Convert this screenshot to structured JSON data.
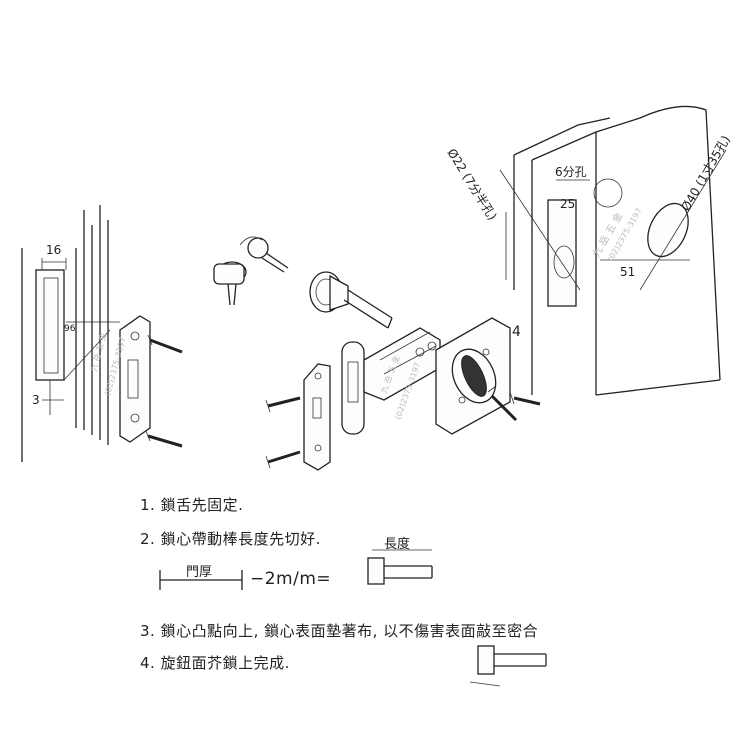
{
  "dimensions": {
    "strike_width": "16",
    "strike_height": "96",
    "strike_depth": "3",
    "cylinder_hole": "Ø22 (7分半孔)",
    "screw_hole": "6分孔",
    "backset": "25",
    "face_hole": "Ø40 (1寸35孔)",
    "door_offset": "51",
    "callout_4": "4"
  },
  "watermark": {
    "brand": "九 岳 五 金",
    "phone": "(02)2375-3197"
  },
  "steps": [
    "1. 鎖舌先固定.",
    "2. 鎖心帶動棒長度先切好.",
    "3. 鎖心凸點向上, 鎖心表面墊著布, 以不傷害表面敲至密合",
    "4. 旋鈕面芥鎖上完成."
  ],
  "formula": {
    "door_thickness": "門厚",
    "minus": "−2m/m=",
    "length": "長度"
  }
}
